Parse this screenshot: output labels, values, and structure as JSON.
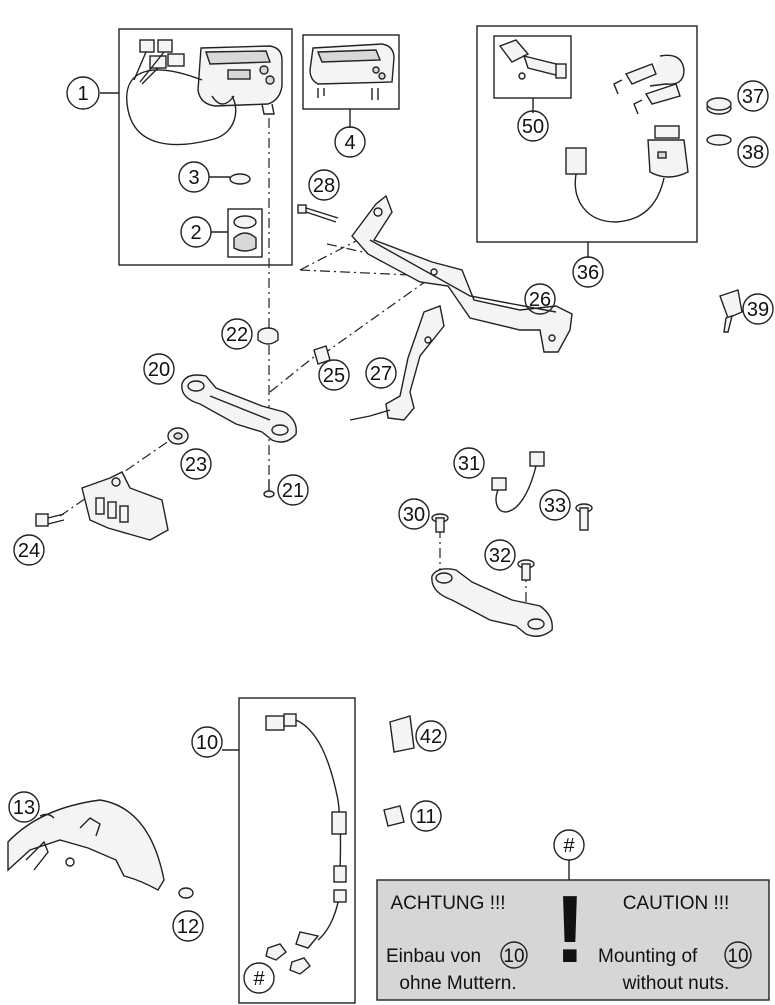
{
  "callouts": {
    "c1": "1",
    "c2": "2",
    "c3": "3",
    "c4": "4",
    "c10": "10",
    "c11": "11",
    "c12": "12",
    "c13": "13",
    "c20": "20",
    "c21": "21",
    "c22": "22",
    "c23": "23",
    "c24": "24",
    "c25": "25",
    "c26": "26",
    "c27": "27",
    "c28": "28",
    "c30": "30",
    "c31": "31",
    "c32": "32",
    "c33": "33",
    "c36": "36",
    "c37": "37",
    "c38": "38",
    "c39": "39",
    "c42": "42",
    "c50": "50",
    "hash_top": "#",
    "hash_bottom": "#"
  },
  "note": {
    "left_title": "ACHTUNG !!!",
    "right_title": "CAUTION !!!",
    "left_line1": "Einbau von",
    "left_ref": "10",
    "left_line2": "ohne Muttern.",
    "right_line1": "Mounting of",
    "right_ref": "10",
    "right_line2": "without nuts.",
    "mark": "!"
  },
  "colors": {
    "note_bg": "#d6d6d6",
    "ink": "#222222",
    "paper": "#ffffff"
  }
}
